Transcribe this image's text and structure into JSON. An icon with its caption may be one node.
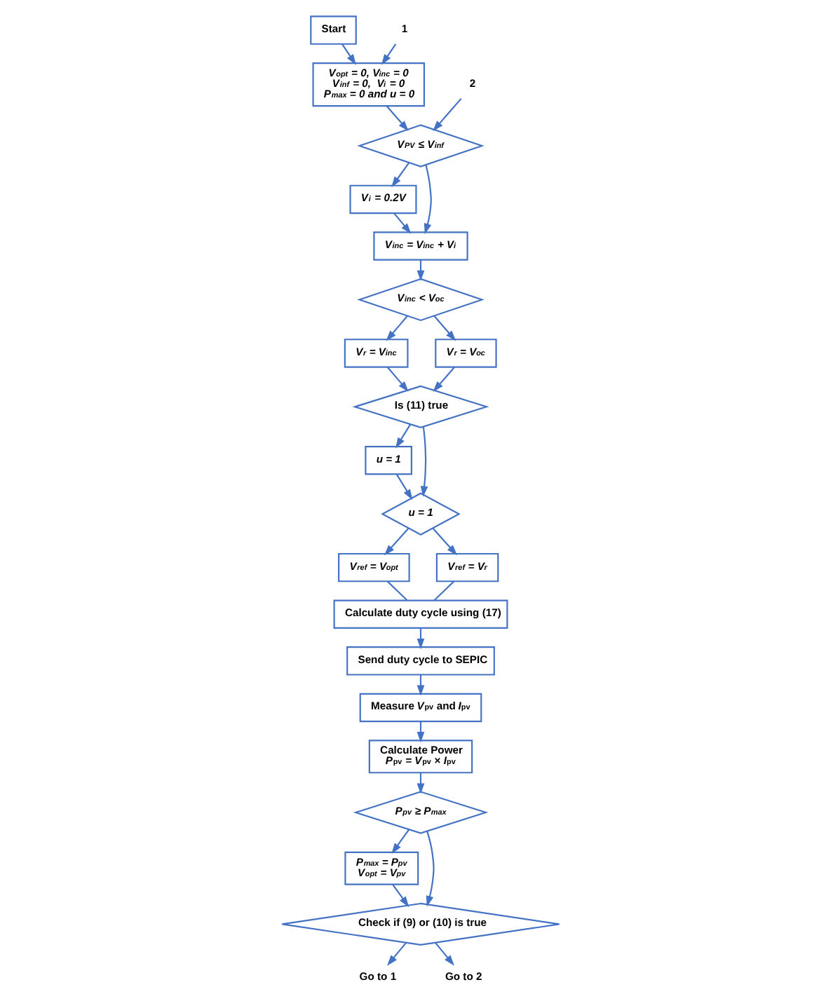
{
  "diagram": {
    "nodes": [
      {
        "text": [
          "Start"
        ]
      },
      {
        "text": [
          "1"
        ]
      },
      {
        "text": [
          "V$_{opt}$ = 0, V$_{inc}$ = 0",
          "V$_{inf}$ = 0,  V$_{i}$ = 0",
          "P$_{max}$ = 0 and u = 0"
        ]
      },
      {
        "text": [
          "2"
        ]
      },
      {
        "text": [
          "V$_{PV}$ ≤ V$_{inf}$"
        ]
      },
      {
        "text": [
          "V$_{i}$ = 0.2V"
        ]
      },
      {
        "text": [
          "V$_{inc}$ = V$_{inc}$ + V$_{i}$"
        ]
      },
      {
        "text": [
          "V$_{inc}$ < V$_{oc}$"
        ]
      },
      {
        "text": [
          "V$_{r}$ = V$_{inc}$"
        ]
      },
      {
        "text": [
          "V$_{r}$ = V$_{oc}$"
        ]
      },
      {
        "text": [
          "Is (11) true"
        ]
      },
      {
        "text": [
          "u = 1"
        ]
      },
      {
        "text": [
          "u = 1"
        ]
      },
      {
        "text": [
          "V$_{ref}$ = V$_{opt}$"
        ]
      },
      {
        "text": [
          "V$_{ref}$ = V$_{r}$"
        ]
      },
      {
        "text": [
          "Calculate duty cycle using (17)"
        ]
      },
      {
        "text": [
          "Send duty cycle to SEPIC"
        ]
      },
      {
        "text": [
          "Measure *V*$_{pv}$ and *I*$_{pv}$"
        ]
      },
      {
        "text": [
          "Calculate Power",
          "*P*$_{pv}$ *= V*$_{pv}$ × *I*$_{pv}$"
        ]
      },
      {
        "text": [
          "P$_{pv}$ ≥ P$_{max}$"
        ]
      },
      {
        "text": [
          "P$_{max}$ = P$_{pv}$",
          "V$_{opt}$ = V$_{pv}$"
        ]
      },
      {
        "text": [
          "Check if (9) or (10) is true"
        ]
      },
      {
        "text": [
          "Go to 1"
        ]
      },
      {
        "text": [
          "Go to 2"
        ]
      }
    ],
    "edges": [
      {
        "from": 0,
        "to": 2,
        "arrow": "to"
      },
      {
        "from": 1,
        "to": 2,
        "arrow": "to"
      },
      {
        "from": 2,
        "to": 4,
        "arrow": "to"
      },
      {
        "from": 3,
        "to": 4,
        "arrow": "to"
      },
      {
        "from": 4,
        "to": 5,
        "arrow": "to"
      },
      {
        "from": 4,
        "to": 6,
        "arrow": "to"
      },
      {
        "from": 5,
        "to": 6,
        "arrow": "to"
      },
      {
        "from": 6,
        "to": 7,
        "arrow": "to"
      },
      {
        "from": 7,
        "to": 8,
        "arrow": "to"
      },
      {
        "from": 7,
        "to": 9,
        "arrow": "to"
      },
      {
        "from": 8,
        "to": 10,
        "arrow": "to"
      },
      {
        "from": 9,
        "to": 10,
        "arrow": "to"
      },
      {
        "from": 10,
        "to": 11,
        "arrow": "to"
      },
      {
        "from": 10,
        "to": 12,
        "arrow": "to"
      },
      {
        "from": 11,
        "to": 12,
        "arrow": "to"
      },
      {
        "from": 12,
        "to": 13,
        "arrow": "to"
      },
      {
        "from": 12,
        "to": 14,
        "arrow": "to"
      },
      {
        "from": 13,
        "to": 15,
        "arrow": "none"
      },
      {
        "from": 14,
        "to": 15,
        "arrow": "none"
      },
      {
        "from": 15,
        "to": 16,
        "arrow": "to"
      },
      {
        "from": 16,
        "to": 17,
        "arrow": "to"
      },
      {
        "from": 17,
        "to": 18,
        "arrow": "to"
      },
      {
        "from": 18,
        "to": 19,
        "arrow": "to"
      },
      {
        "from": 19,
        "to": 20,
        "arrow": "to"
      },
      {
        "from": 19,
        "to": 21,
        "arrow": "to"
      },
      {
        "from": 20,
        "to": 21,
        "arrow": "to"
      },
      {
        "from": 21,
        "to": 22,
        "arrow": "to"
      },
      {
        "from": 21,
        "to": 23,
        "arrow": "to"
      }
    ]
  }
}
